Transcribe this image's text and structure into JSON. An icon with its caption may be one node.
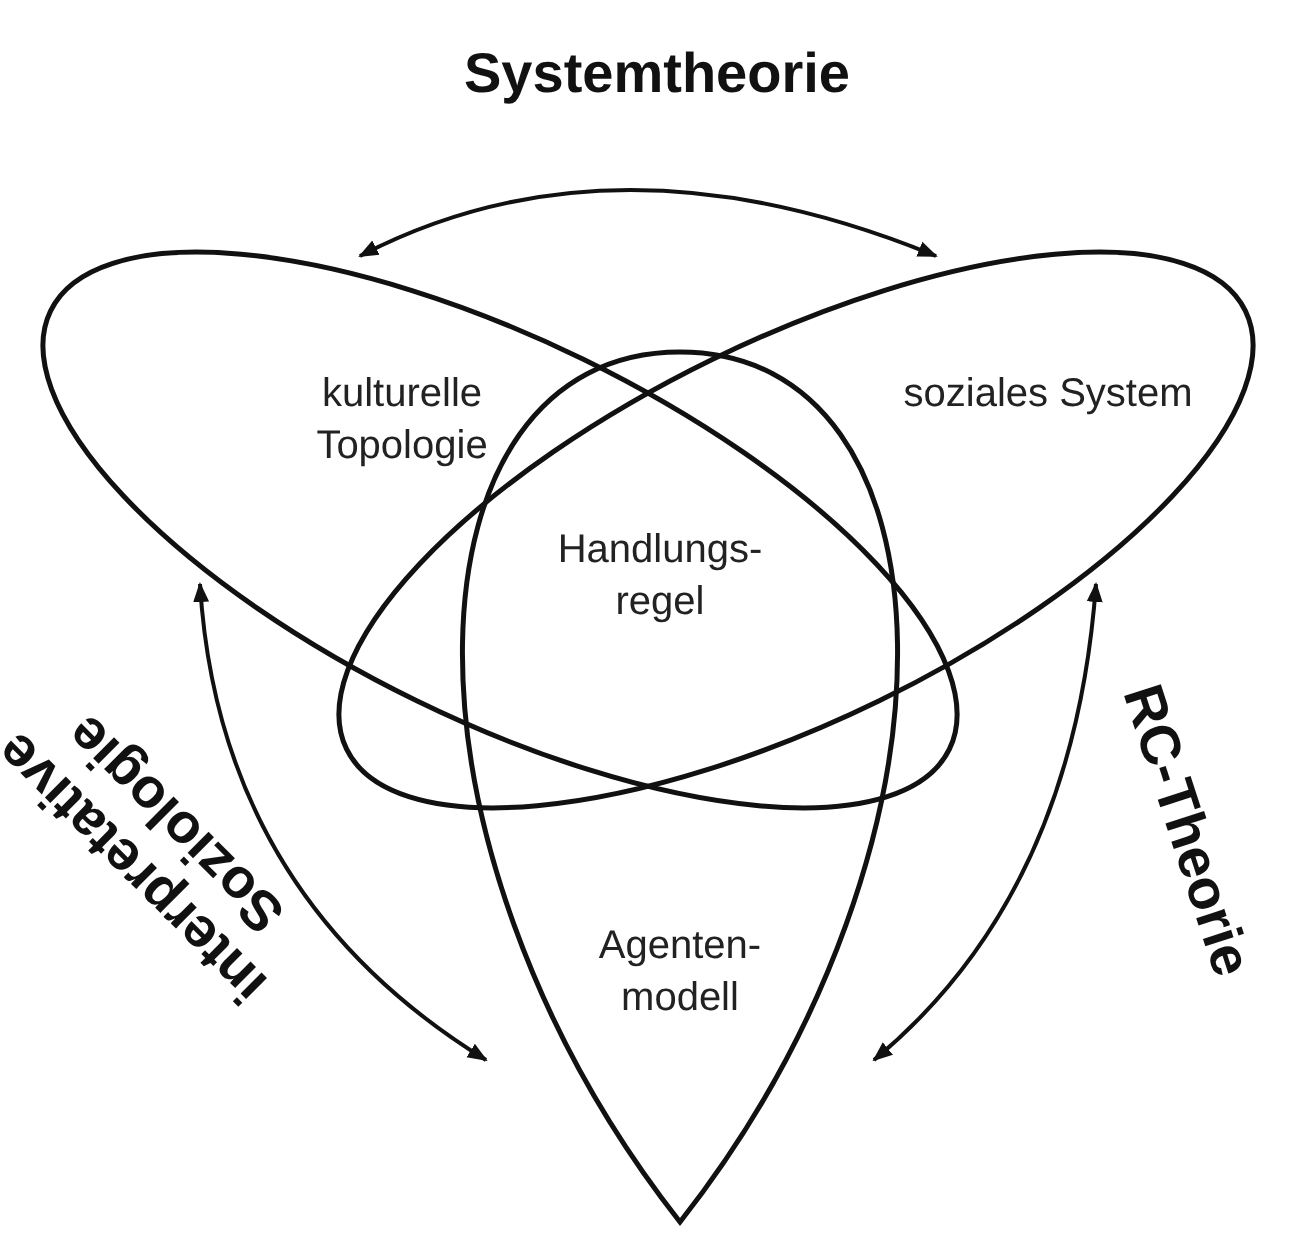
{
  "diagram": {
    "nodes": [
      {
        "text": [
          "kulturelle Topologie"
        ]
      },
      {
        "text": [
          "soziales System"
        ]
      },
      {
        "text": [
          "Agenten- modell"
        ]
      }
    ],
    "edges": [
      {
        "from": 0,
        "to": 1,
        "arrow": "both",
        "label": "Systemtheorie"
      },
      {
        "from": 0,
        "to": 2,
        "arrow": "both",
        "label": "interpretative Soziologie"
      },
      {
        "from": 1,
        "to": 2,
        "arrow": "both",
        "label": "RC-Theorie"
      }
    ],
    "labels": [
      "Handlungs- regel"
    ]
  }
}
